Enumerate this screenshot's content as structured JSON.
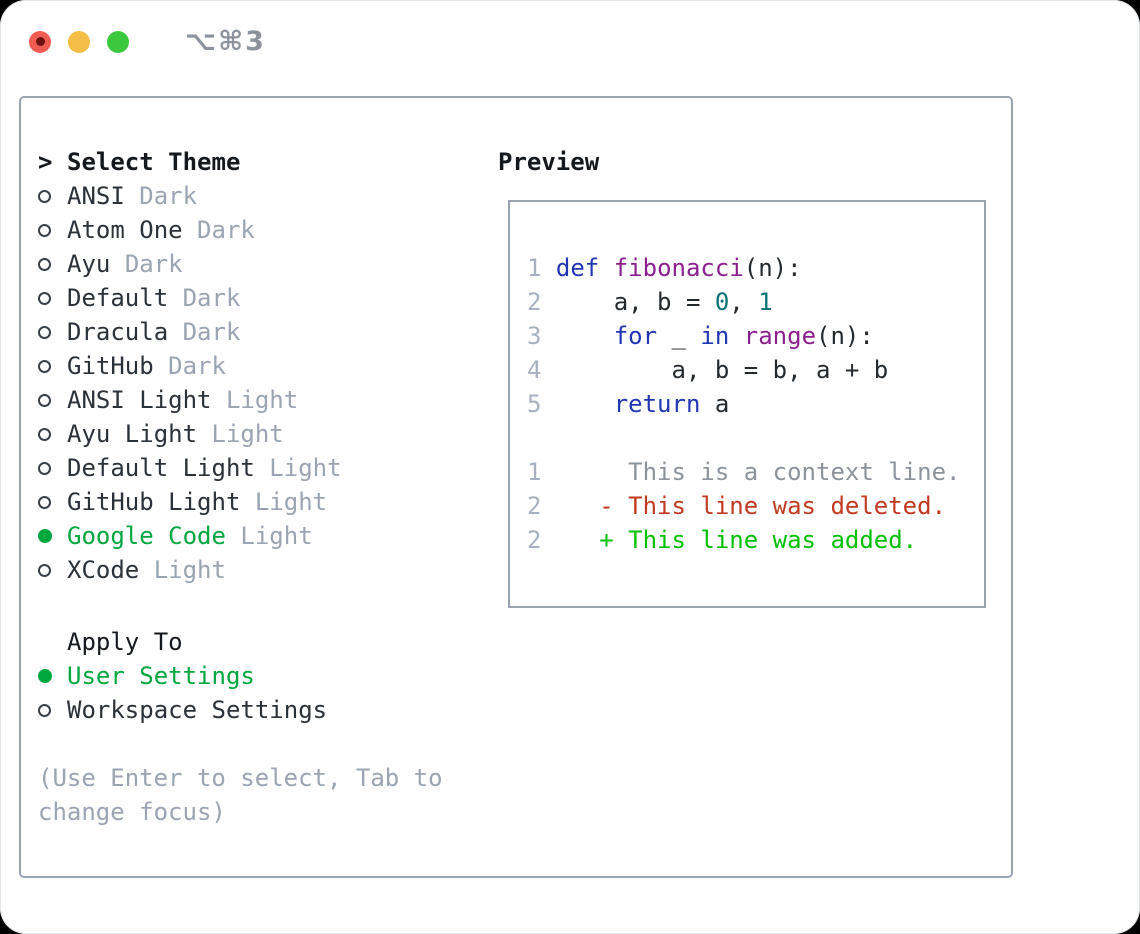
{
  "titlebar": {
    "shortcut": "⌥⌘3"
  },
  "colors": {
    "traffic-red": "#f15b51",
    "traffic-red-dot": "#6d1111",
    "traffic-yellow": "#f4bd46",
    "traffic-green": "#3bc83f",
    "title-gray": "#8d939c",
    "panel-border": "#9aa3b0",
    "header-dark": "#15191e",
    "text-dark": "#2b3138",
    "muted": "#9aa4b2",
    "circle-outline": "#3a4048",
    "ui-green": "#00a63e",
    "line-number": "#a6b0c0",
    "code-plain": "#24292e",
    "keyword": "#2136b4",
    "function": "#8c1f8f",
    "number": "#0b7373",
    "context": "#8d939b",
    "deleted": "#c23a22",
    "added": "#00c005"
  },
  "theme_picker": {
    "header_marker": ">",
    "header": "Select Theme",
    "themes": [
      {
        "name": "ANSI",
        "variant": "Dark",
        "selected": false
      },
      {
        "name": "Atom One",
        "variant": "Dark",
        "selected": false
      },
      {
        "name": "Ayu",
        "variant": "Dark",
        "selected": false
      },
      {
        "name": "Default",
        "variant": "Dark",
        "selected": false
      },
      {
        "name": "Dracula",
        "variant": "Dark",
        "selected": false
      },
      {
        "name": "GitHub",
        "variant": "Dark",
        "selected": false
      },
      {
        "name": "ANSI Light",
        "variant": "Light",
        "selected": false
      },
      {
        "name": "Ayu Light",
        "variant": "Light",
        "selected": false
      },
      {
        "name": "Default Light",
        "variant": "Light",
        "selected": false
      },
      {
        "name": "GitHub Light",
        "variant": "Light",
        "selected": false
      },
      {
        "name": "Google Code",
        "variant": "Light",
        "selected": true
      },
      {
        "name": "XCode",
        "variant": "Light",
        "selected": false
      }
    ],
    "apply_to": {
      "header": "Apply To",
      "options": [
        {
          "label": "User Settings",
          "selected": true
        },
        {
          "label": "Workspace Settings",
          "selected": false
        }
      ]
    },
    "help_lines": [
      "(Use Enter to select, Tab to",
      "change focus)"
    ]
  },
  "preview": {
    "header": "Preview",
    "code_lines": [
      {
        "number": "1",
        "tokens": [
          [
            " ",
            "plain"
          ],
          [
            "def",
            "keyword"
          ],
          [
            " ",
            "plain"
          ],
          [
            "fibonacci",
            "function"
          ],
          [
            "(n):",
            "plain"
          ]
        ]
      },
      {
        "number": "2",
        "tokens": [
          [
            "     a, b = ",
            "plain"
          ],
          [
            "0",
            "number"
          ],
          [
            ", ",
            "plain"
          ],
          [
            "1",
            "number"
          ]
        ]
      },
      {
        "number": "3",
        "tokens": [
          [
            "     ",
            "plain"
          ],
          [
            "for",
            "keyword"
          ],
          [
            " _ ",
            "plain"
          ],
          [
            "in",
            "keyword"
          ],
          [
            " ",
            "plain"
          ],
          [
            "range",
            "function"
          ],
          [
            "(n):",
            "plain"
          ]
        ]
      },
      {
        "number": "4",
        "tokens": [
          [
            "         a, b = b, a + b",
            "plain"
          ]
        ]
      },
      {
        "number": "5",
        "tokens": [
          [
            "     ",
            "plain"
          ],
          [
            "return",
            "keyword"
          ],
          [
            " a",
            "plain"
          ]
        ]
      }
    ],
    "diff_lines": [
      {
        "number": "1",
        "text": "      This is a context line.",
        "kind": "context"
      },
      {
        "number": "2",
        "text": "    - This line was deleted.",
        "kind": "deleted"
      },
      {
        "number": "2",
        "text": "    + This line was added.",
        "kind": "added"
      }
    ]
  }
}
